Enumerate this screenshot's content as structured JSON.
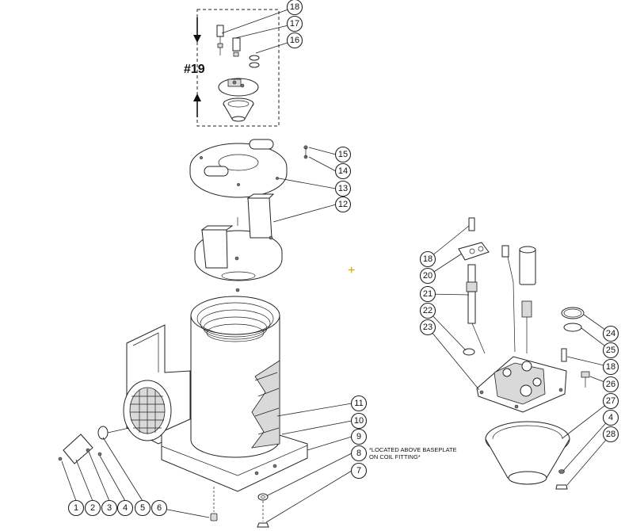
{
  "diagram": {
    "subassembly_label": "#19",
    "note_line1": "*LOCATED ABOVE BASEPLATE",
    "note_line2": "ON COIL FITTING*",
    "marker": "+",
    "callouts": [
      {
        "id": "c18a",
        "label": "18"
      },
      {
        "id": "c17",
        "label": "17"
      },
      {
        "id": "c16",
        "label": "16"
      },
      {
        "id": "c15",
        "label": "15"
      },
      {
        "id": "c14",
        "label": "14"
      },
      {
        "id": "c13",
        "label": "13"
      },
      {
        "id": "c12",
        "label": "12"
      },
      {
        "id": "c11",
        "label": "11"
      },
      {
        "id": "c10",
        "label": "10"
      },
      {
        "id": "c9",
        "label": "9"
      },
      {
        "id": "c8",
        "label": "8"
      },
      {
        "id": "c7",
        "label": "7"
      },
      {
        "id": "c1",
        "label": "1"
      },
      {
        "id": "c2",
        "label": "2"
      },
      {
        "id": "c3",
        "label": "3"
      },
      {
        "id": "c4a",
        "label": "4"
      },
      {
        "id": "c5",
        "label": "5"
      },
      {
        "id": "c6",
        "label": "6"
      },
      {
        "id": "c18b",
        "label": "18"
      },
      {
        "id": "c20",
        "label": "20"
      },
      {
        "id": "c21",
        "label": "21"
      },
      {
        "id": "c22",
        "label": "22"
      },
      {
        "id": "c23",
        "label": "23"
      },
      {
        "id": "c24",
        "label": "24"
      },
      {
        "id": "c25",
        "label": "25"
      },
      {
        "id": "c18c",
        "label": "18"
      },
      {
        "id": "c26",
        "label": "26"
      },
      {
        "id": "c27",
        "label": "27"
      },
      {
        "id": "c4b",
        "label": "4"
      },
      {
        "id": "c28",
        "label": "28"
      }
    ]
  }
}
